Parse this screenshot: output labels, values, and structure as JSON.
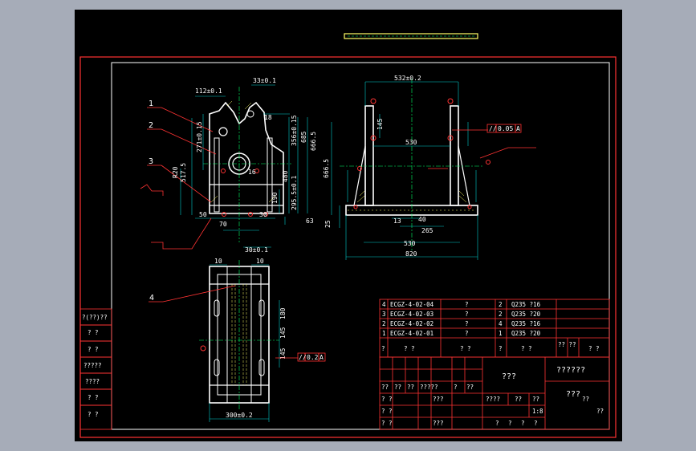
{
  "drawing": {
    "callouts": [
      "1",
      "2",
      "3",
      "4"
    ],
    "front_dims": {
      "d_112": "112±0.1",
      "d_33": "33±0.1",
      "d_271": "271±0.15",
      "d_517": "517.5",
      "d_R20": "R20",
      "d_356": "356±0.15",
      "d_480": "480",
      "d_295": "295.5±0.1",
      "d_190": "190",
      "d_30": "30",
      "d_50": "50",
      "d_70": "70",
      "d_63": "63",
      "d_30_01": "30±0.1",
      "d_666": "666.5",
      "d_685": "685",
      "d_16": "16",
      "d_18": "18"
    },
    "side_dims": {
      "d_532": "532±0.2",
      "d_145": "145",
      "d_530a": "530",
      "d_530b": "530",
      "d_820": "820",
      "d_265": "265",
      "d_40": "40",
      "d_25": "25",
      "d_666": "666.5",
      "d_13": "13"
    },
    "tolerance_frame_1": {
      "symbol": "//",
      "value": "0.05",
      "datum": "A"
    },
    "tolerance_frame_2": {
      "symbol": "//",
      "value": "0.2",
      "datum": "A"
    },
    "plan_dims": {
      "d_10a": "10",
      "d_10b": "10",
      "d_180": "180",
      "d_145": "145",
      "d_145b": "145",
      "d_300": "300±0.2"
    }
  },
  "bom": [
    {
      "no": "4",
      "code": "ECGZ-4-02-04",
      "name": "?",
      "qty": "2",
      "material": "Q235 ?16"
    },
    {
      "no": "3",
      "code": "ECGZ-4-02-03",
      "name": "?",
      "qty": "2",
      "material": "Q235 ?20"
    },
    {
      "no": "2",
      "code": "ECGZ-4-02-02",
      "name": "?",
      "qty": "4",
      "material": "Q235 ?16"
    },
    {
      "no": "1",
      "code": "ECGZ-4-02-01",
      "name": "?",
      "qty": "1",
      "material": "Q235 ?20"
    }
  ],
  "bom_header": [
    "?",
    "? ?",
    "? ?",
    "?",
    "? ?",
    "?? ??",
    "? ?"
  ],
  "title_block": {
    "name_cell": "???",
    "company_cell": "??????",
    "drawing_no": "???",
    "scale_label": "????",
    "scale_1": "??",
    "scale_2": "??",
    "ratio": "1:8",
    "sheet_1": "?",
    "sheet_2": "?",
    "sheet_3": "?",
    "sheet_4": "?",
    "cells": [
      "??",
      "??",
      "??",
      "?????",
      "?",
      "???",
      "??",
      "? ?",
      "? ?",
      "???",
      "? ?",
      "??",
      "??"
    ]
  },
  "side_strip": [
    "?(??)??",
    "? ?",
    "? ?",
    "?????",
    "????",
    "? ?",
    "? ?"
  ]
}
